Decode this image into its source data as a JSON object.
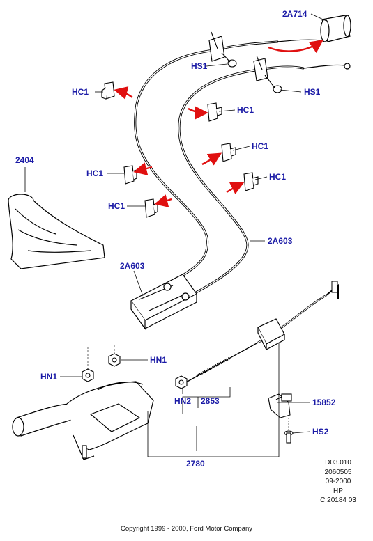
{
  "labels": {
    "a2A714": "2A714",
    "hs1_top": "HS1",
    "hs1_right": "HS1",
    "hc1_left_upper": "HC1",
    "hc1_mid": "HC1",
    "hc1_right_1": "HC1",
    "hc1_right_2": "HC1",
    "hc1_left_mid": "HC1",
    "hc1_left_low": "HC1",
    "boot_2404": "2404",
    "cable_2A603_right": "2A603",
    "cable_2A603_left": "2A603",
    "hn1_left": "HN1",
    "hn1_right": "HN1",
    "hn2": "HN2",
    "lever_2853": "2853",
    "sensor_15852": "15852",
    "hs2": "HS2",
    "lever_2780": "2780"
  },
  "meta": {
    "line1": "D03.010",
    "line2": "2060505",
    "line3": "09-2000",
    "line4": "HP",
    "line5": "C 20184 03"
  },
  "copyright": "Copyright 1999 - 2000, Ford Motor Company",
  "colors": {
    "label": "#1a1aa6",
    "arrow": "#e01010",
    "line": "#000000"
  }
}
